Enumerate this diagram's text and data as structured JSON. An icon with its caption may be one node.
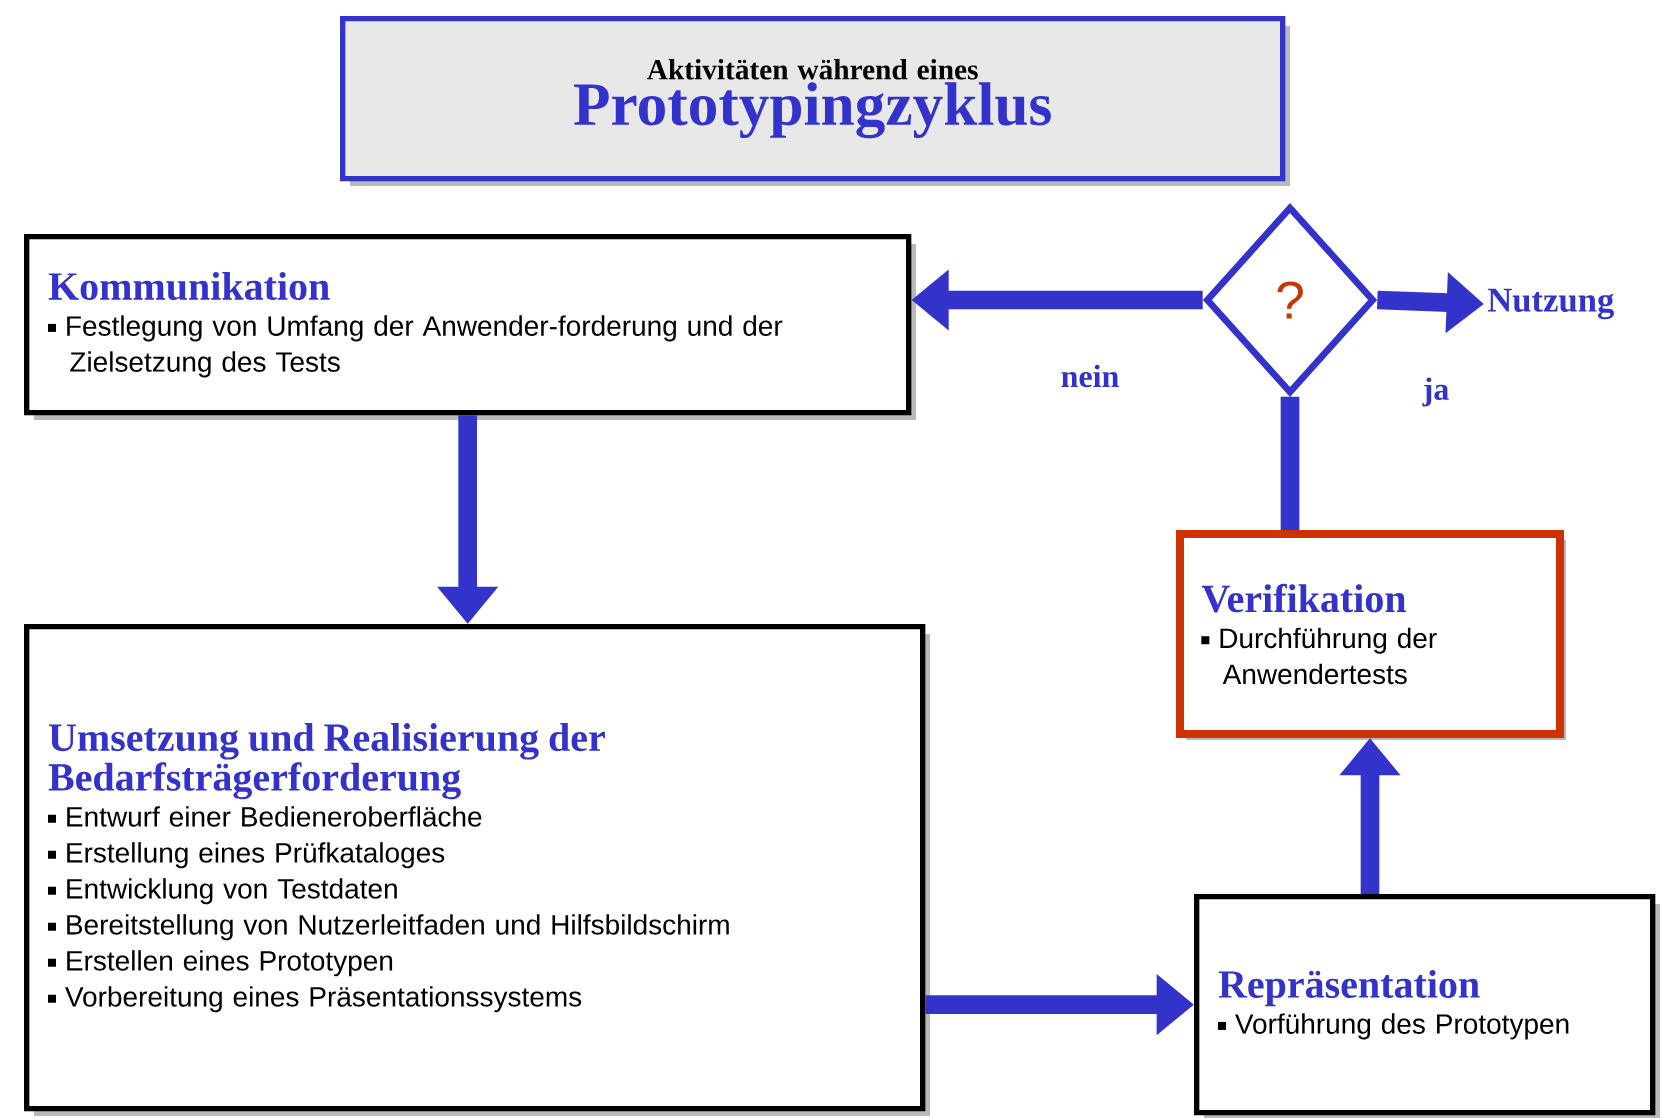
{
  "diagram": {
    "nodes": [
      {
        "text": [
          "Aktivitäten während eines",
          "Prototypingzyklus"
        ]
      },
      {
        "text": [
          "Kommunikation",
          "Festlegung von Umfang der Anwender-forderung und der Zielsetzung des Tests"
        ]
      },
      {
        "text": [
          "Umsetzung und Realisierung der Bedarfsträgerforderung",
          "Entwurf einer Bedieneroberfläche",
          "Erstellung eines Prüfkataloges",
          "Entwicklung von Testdaten",
          "Bereitstellung von Nutzerleitfaden und Hilfsbildschirm",
          "Erstellen eines Prototypen",
          "Vorbereitung eines Präsentationssystems"
        ]
      },
      {
        "text": [
          "Repräsentation",
          "Vorführung des Prototypen"
        ]
      },
      {
        "text": [
          "Verifikation",
          "Durchführung der Anwendertests"
        ]
      },
      {
        "text": [
          "?"
        ]
      },
      {
        "text": [
          "Nutzung"
        ]
      }
    ],
    "edges": [
      {
        "from": 1,
        "to": 2,
        "arrow": "to"
      },
      {
        "from": 2,
        "to": 3,
        "arrow": "to"
      },
      {
        "from": 3,
        "to": 4,
        "arrow": "to"
      },
      {
        "from": 4,
        "to": 5,
        "arrow": "none"
      },
      {
        "from": 5,
        "to": 1,
        "label": "nein",
        "arrow": "to"
      },
      {
        "from": 5,
        "to": 6,
        "label": "ja",
        "arrow": "to"
      }
    ]
  }
}
